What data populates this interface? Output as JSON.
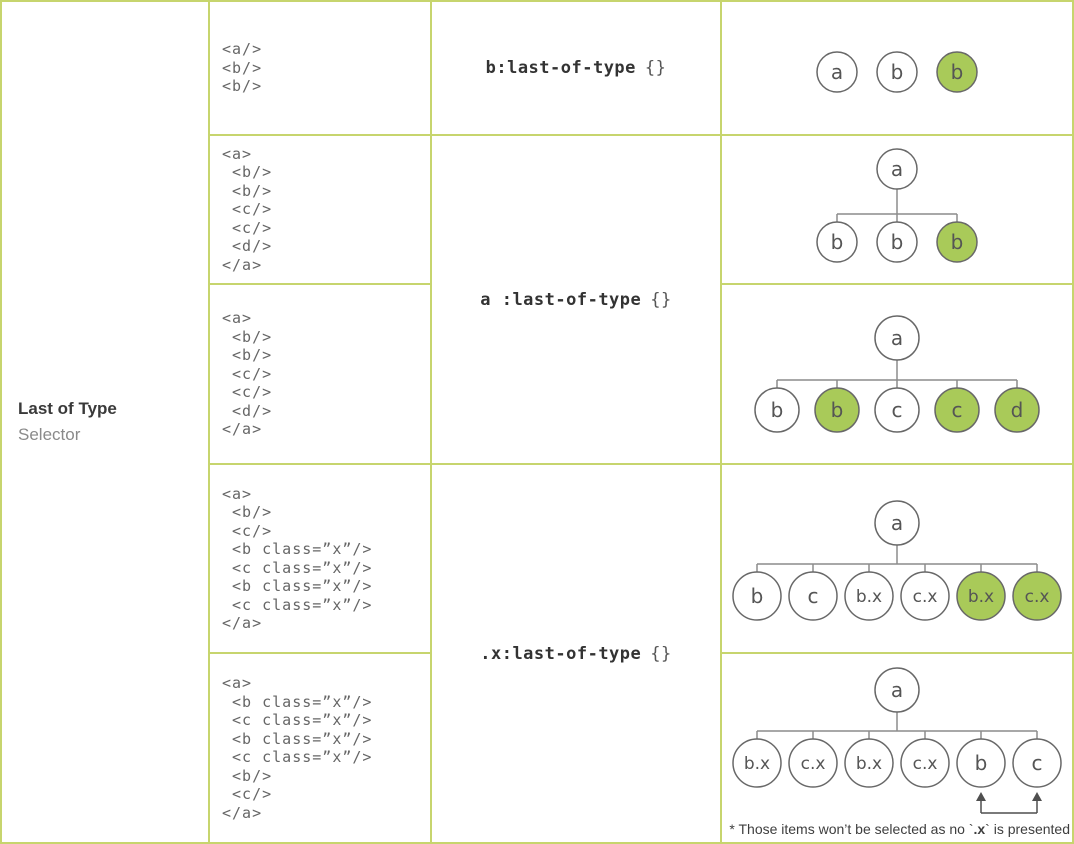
{
  "header": {
    "title": "Last of Type",
    "subtitle": "Selector"
  },
  "selectors": [
    {
      "code": "b:last-of-type",
      "braces": "{}"
    },
    {
      "code": "a :last-of-type",
      "braces": "{}"
    },
    {
      "code": ".x:last-of-type",
      "braces": "{}"
    }
  ],
  "rows": [
    {
      "code": "<a/>\n<b/>\n<b/>",
      "tree": {
        "root": null,
        "children": [
          {
            "label": "a",
            "highlighted": false
          },
          {
            "label": "b",
            "highlighted": false
          },
          {
            "label": "b",
            "highlighted": true
          }
        ]
      }
    },
    {
      "code": "<a>\n <b/>\n <b/>\n <c/>\n <c/>\n <d/>\n</a>",
      "tree": {
        "root": "a",
        "children": [
          {
            "label": "b",
            "highlighted": false
          },
          {
            "label": "b",
            "highlighted": false
          },
          {
            "label": "b",
            "highlighted": true
          }
        ]
      }
    },
    {
      "code": "<a>\n <b/>\n <b/>\n <c/>\n <c/>\n <d/>\n</a>",
      "tree": {
        "root": "a",
        "children": [
          {
            "label": "b",
            "highlighted": false
          },
          {
            "label": "b",
            "highlighted": true
          },
          {
            "label": "c",
            "highlighted": false
          },
          {
            "label": "c",
            "highlighted": true
          },
          {
            "label": "d",
            "highlighted": true
          }
        ]
      }
    },
    {
      "code": "<a>\n <b/>\n <c/>\n <b class=”x”/>\n <c class=”x”/>\n <b class=”x”/>\n <c class=”x”/>\n</a>",
      "tree": {
        "root": "a",
        "children": [
          {
            "label": "b",
            "highlighted": false
          },
          {
            "label": "c",
            "highlighted": false
          },
          {
            "label": "b.x",
            "highlighted": false
          },
          {
            "label": "c.x",
            "highlighted": false
          },
          {
            "label": "b.x",
            "highlighted": true
          },
          {
            "label": "c.x",
            "highlighted": true
          }
        ]
      }
    },
    {
      "code": "<a>\n <b class=”x”/>\n <c class=”x”/>\n <b class=”x”/>\n <c class=”x”/>\n <b/>\n <c/>\n</a>",
      "tree": {
        "root": "a",
        "children": [
          {
            "label": "b.x",
            "highlighted": false
          },
          {
            "label": "c.x",
            "highlighted": false
          },
          {
            "label": "b.x",
            "highlighted": false
          },
          {
            "label": "c.x",
            "highlighted": false
          },
          {
            "label": "b",
            "highlighted": false
          },
          {
            "label": "c",
            "highlighted": false
          }
        ],
        "arrow_indices": [
          4,
          5
        ]
      },
      "note": {
        "prefix": "* Those items won’t be selected as no `",
        "code": ".x",
        "suffix": "` is presented"
      }
    }
  ],
  "colors": {
    "grid_green": "#c7d56e",
    "highlight_green": "#a9ca59",
    "circle_stroke": "#686868",
    "connector_gray": "#8c8c8c",
    "arrow_gray": "#4f4f4f",
    "code_gray": "#666666",
    "selector_dark": "#333333",
    "title_dark": "#3a3a3a",
    "subtitle_gray": "#8a8a8a",
    "note_dark": "#3e3e3e",
    "background": "#ffffff"
  }
}
